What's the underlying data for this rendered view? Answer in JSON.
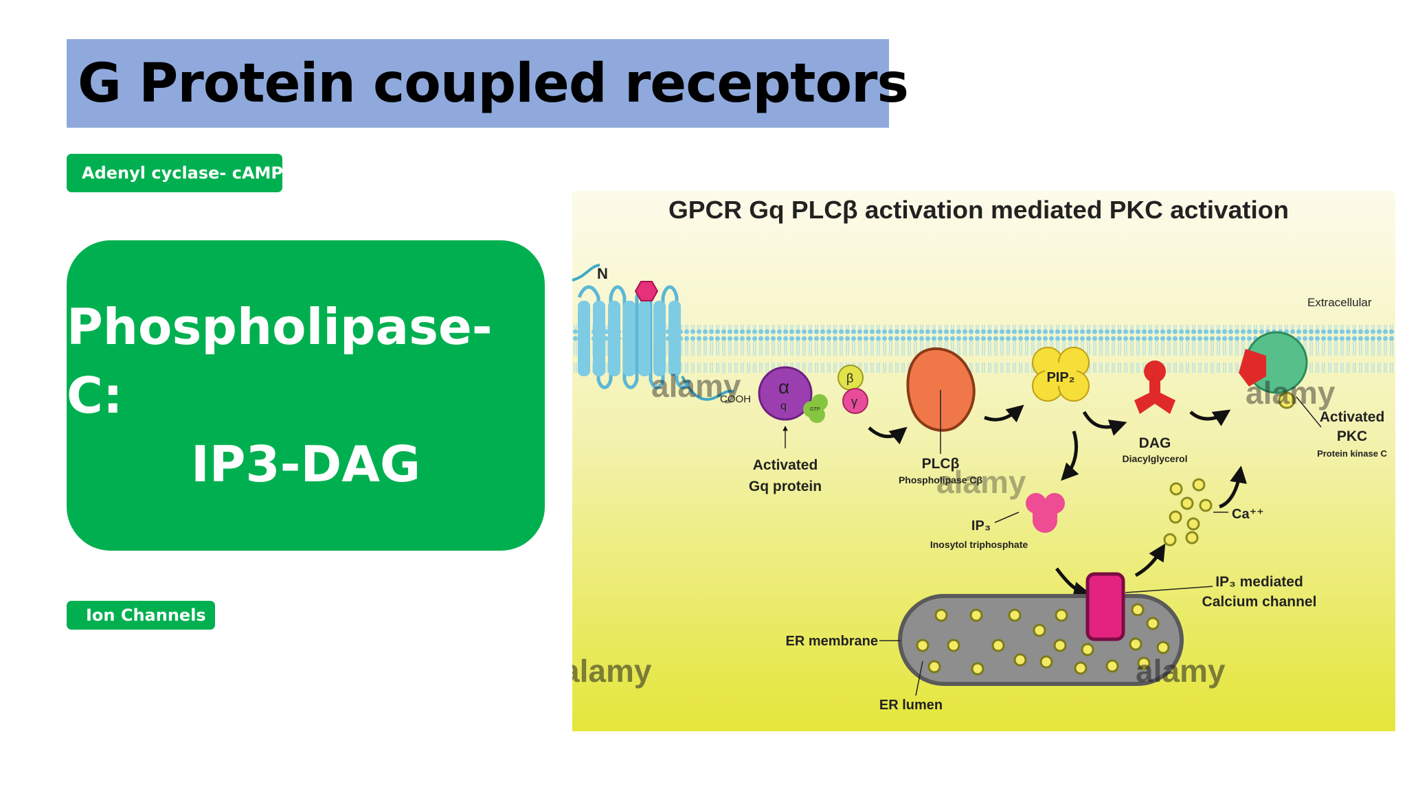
{
  "slide": {
    "title": "G Protein coupled receptors",
    "pill_adenyl": "Adenyl cyclase- cAMP",
    "card_line1": "Phospholipase-C:",
    "card_line2": "IP3-DAG",
    "pill_ion": "Ion Channels"
  },
  "figure": {
    "title": "GPCR Gq PLCβ activation mediated PKC activation",
    "extracellular": "Extracellular",
    "n_terminus": "N",
    "cooh": "COOH",
    "alpha": "α",
    "q": "q",
    "gtp": "GTP",
    "beta": "β",
    "gamma": "γ",
    "gq_label1": "Activated",
    "gq_label2": "Gq protein",
    "plcb": "PLCβ",
    "plcb_full": "Phospholipase Cβ",
    "pip2": "PIP₂",
    "dag": "DAG",
    "dag_full": "Diacylglycerol",
    "pkc1": "Activated",
    "pkc2": "PKC",
    "pkc_full": "Protein kinase C",
    "ip3": "IP₃",
    "ip3_full": "Inosytol triphosphate",
    "ca": "Ca⁺⁺",
    "channel1": "IP₃ mediated",
    "channel2": "Calcium channel",
    "er_membrane": "ER membrane",
    "er_lumen": "ER lumen",
    "watermark": "alamy",
    "colors": {
      "membrane": "#7ecbe4",
      "alpha": "#9b3fb0",
      "plcb": "#f07848",
      "pip2": "#f7df3a",
      "dag": "#e02a2a",
      "pkc": "#57c08a",
      "ip3": "#ee4c93",
      "channel": "#e3237f",
      "er": "#8e8e8e",
      "calcium": "#e9df40"
    }
  }
}
